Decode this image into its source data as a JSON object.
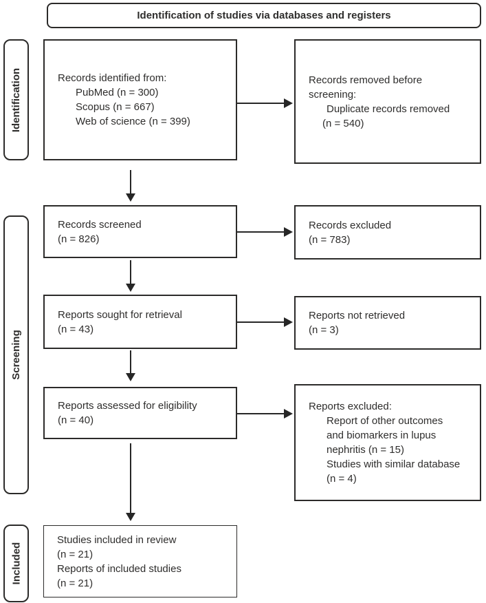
{
  "header": {
    "title": "Identification of studies via databases and registers"
  },
  "stages": {
    "identification": "Identification",
    "screening": "Screening",
    "included": "Included"
  },
  "flow": {
    "identified": {
      "lines": [
        "Records identified from:",
        "PubMed (n = 300)",
        "Scopus (n = 667)",
        "Web of science (n = 399)"
      ]
    },
    "removed_before_screening": {
      "lines": [
        "Records removed before",
        "screening:",
        "Duplicate records removed",
        "(n = 540)"
      ]
    },
    "screened": {
      "lines": [
        "Records screened",
        "(n = 826)"
      ]
    },
    "records_excluded": {
      "lines": [
        "Records excluded",
        "(n = 783)"
      ]
    },
    "sought_for_retrieval": {
      "lines": [
        "Reports sought for retrieval",
        "(n = 43)"
      ]
    },
    "not_retrieved": {
      "lines": [
        "Reports not retrieved",
        "(n = 3)"
      ]
    },
    "assessed_for_eligibility": {
      "lines": [
        "Reports assessed for eligibility",
        "(n = 40)"
      ]
    },
    "reports_excluded": {
      "lines": [
        "Reports excluded:",
        "Report of other outcomes",
        "and biomarkers in lupus",
        "nephritis (n = 15)",
        "Studies with similar database",
        "(n = 4)"
      ]
    },
    "included_in_review": {
      "lines": [
        "Studies included in review",
        "(n = 21)",
        "Reports of included studies",
        "(n = 21)"
      ]
    }
  },
  "colors": {
    "border": "#2b2a29",
    "text": "#2e2d2c",
    "arrow": "#262626",
    "background": "#ffffff"
  }
}
